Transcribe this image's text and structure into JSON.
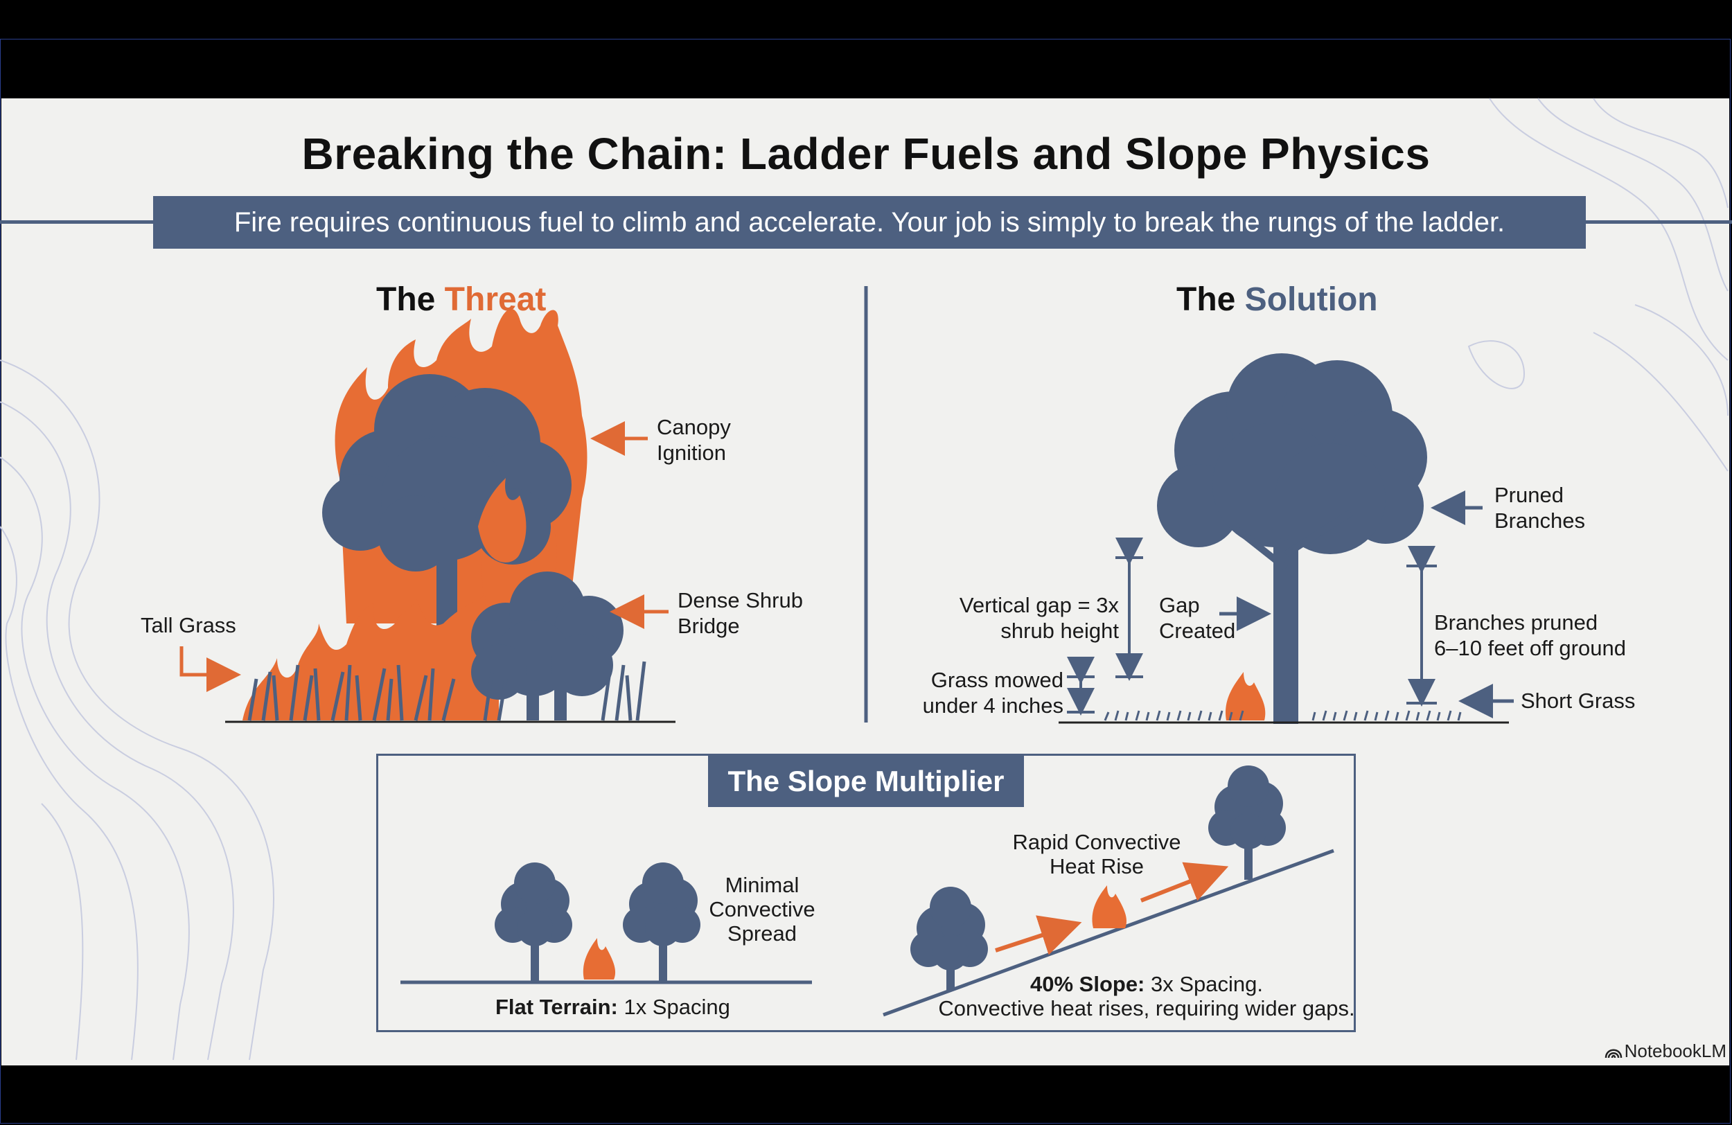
{
  "title": "Breaking the Chain: Ladder Fuels and Slope Physics",
  "banner": "Fire requires continuous fuel to climb and accelerate. Your job is simply to break the rungs of the ladder.",
  "threat": {
    "heading_prefix": "The ",
    "heading_word": "Threat",
    "labels": {
      "canopy_1": "Canopy",
      "canopy_2": "Ignition",
      "shrub_1": "Dense Shrub",
      "shrub_2": "Bridge",
      "grass": "Tall Grass"
    }
  },
  "solution": {
    "heading_prefix": "The ",
    "heading_word": "Solution",
    "labels": {
      "pruned_1": "Pruned",
      "pruned_2": "Branches",
      "gap_left_1": "Vertical gap = 3x",
      "gap_left_2": "shrub height",
      "gap_1": "Gap",
      "gap_2": "Created",
      "branches_1": "Branches pruned",
      "branches_2": "6–10 feet off ground",
      "mowed_1": "Grass mowed",
      "mowed_2": "under 4 inches",
      "short_grass": "Short Grass"
    }
  },
  "slope": {
    "heading": "The Slope Multiplier",
    "minimal_1": "Minimal",
    "minimal_2": "Convective",
    "minimal_3": "Spread",
    "flat_bold": "Flat Terrain:",
    "flat_rest": " 1x Spacing",
    "rapid_1": "Rapid Convective",
    "rapid_2": "Heat Rise",
    "slope_bold": "40% Slope:",
    "slope_rest": " 3x Spacing.",
    "slope_line2": "Convective heat rises, requiring wider gaps."
  },
  "footer": "NotebookLM",
  "colors": {
    "slate": "#4d6080",
    "orange": "#e06a35",
    "background": "#f1f1ef"
  }
}
